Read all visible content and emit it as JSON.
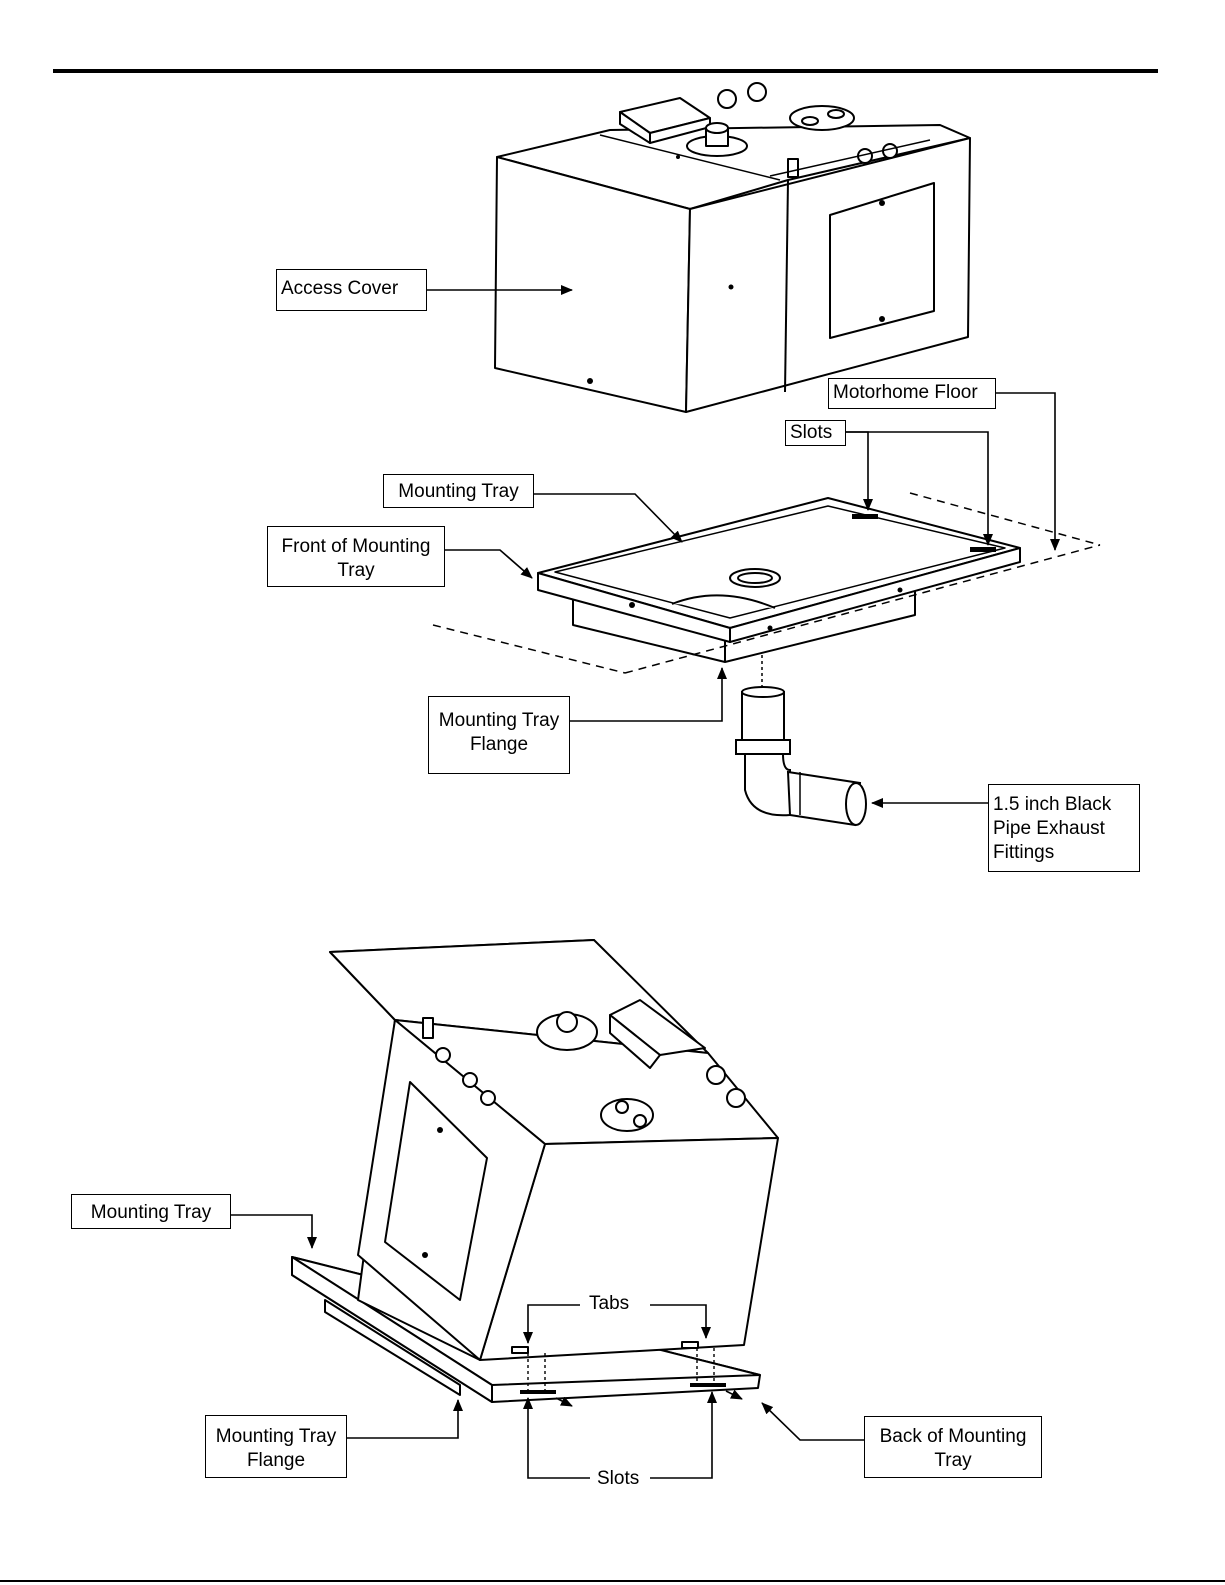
{
  "labels": {
    "access_cover": "Access Cover",
    "motorhome_floor": "Motorhome Floor",
    "slots_top": "Slots",
    "mounting_tray_top": "Mounting Tray",
    "front_tray_line1": "Front of Mounting",
    "front_tray_line2": "Tray",
    "flange_top_line1": "Mounting Tray",
    "flange_top_line2": "Flange",
    "pipe_line1": "1.5 inch Black",
    "pipe_line2": "Pipe Exhaust",
    "pipe_line3": "Fittings",
    "mounting_tray_bottom": "Mounting Tray",
    "tabs": "Tabs",
    "flange_bottom_line1": "Mounting Tray",
    "flange_bottom_line2": "Flange",
    "slots_bottom": "Slots",
    "back_tray_line1": "Back of Mounting",
    "back_tray_line2": "Tray"
  }
}
